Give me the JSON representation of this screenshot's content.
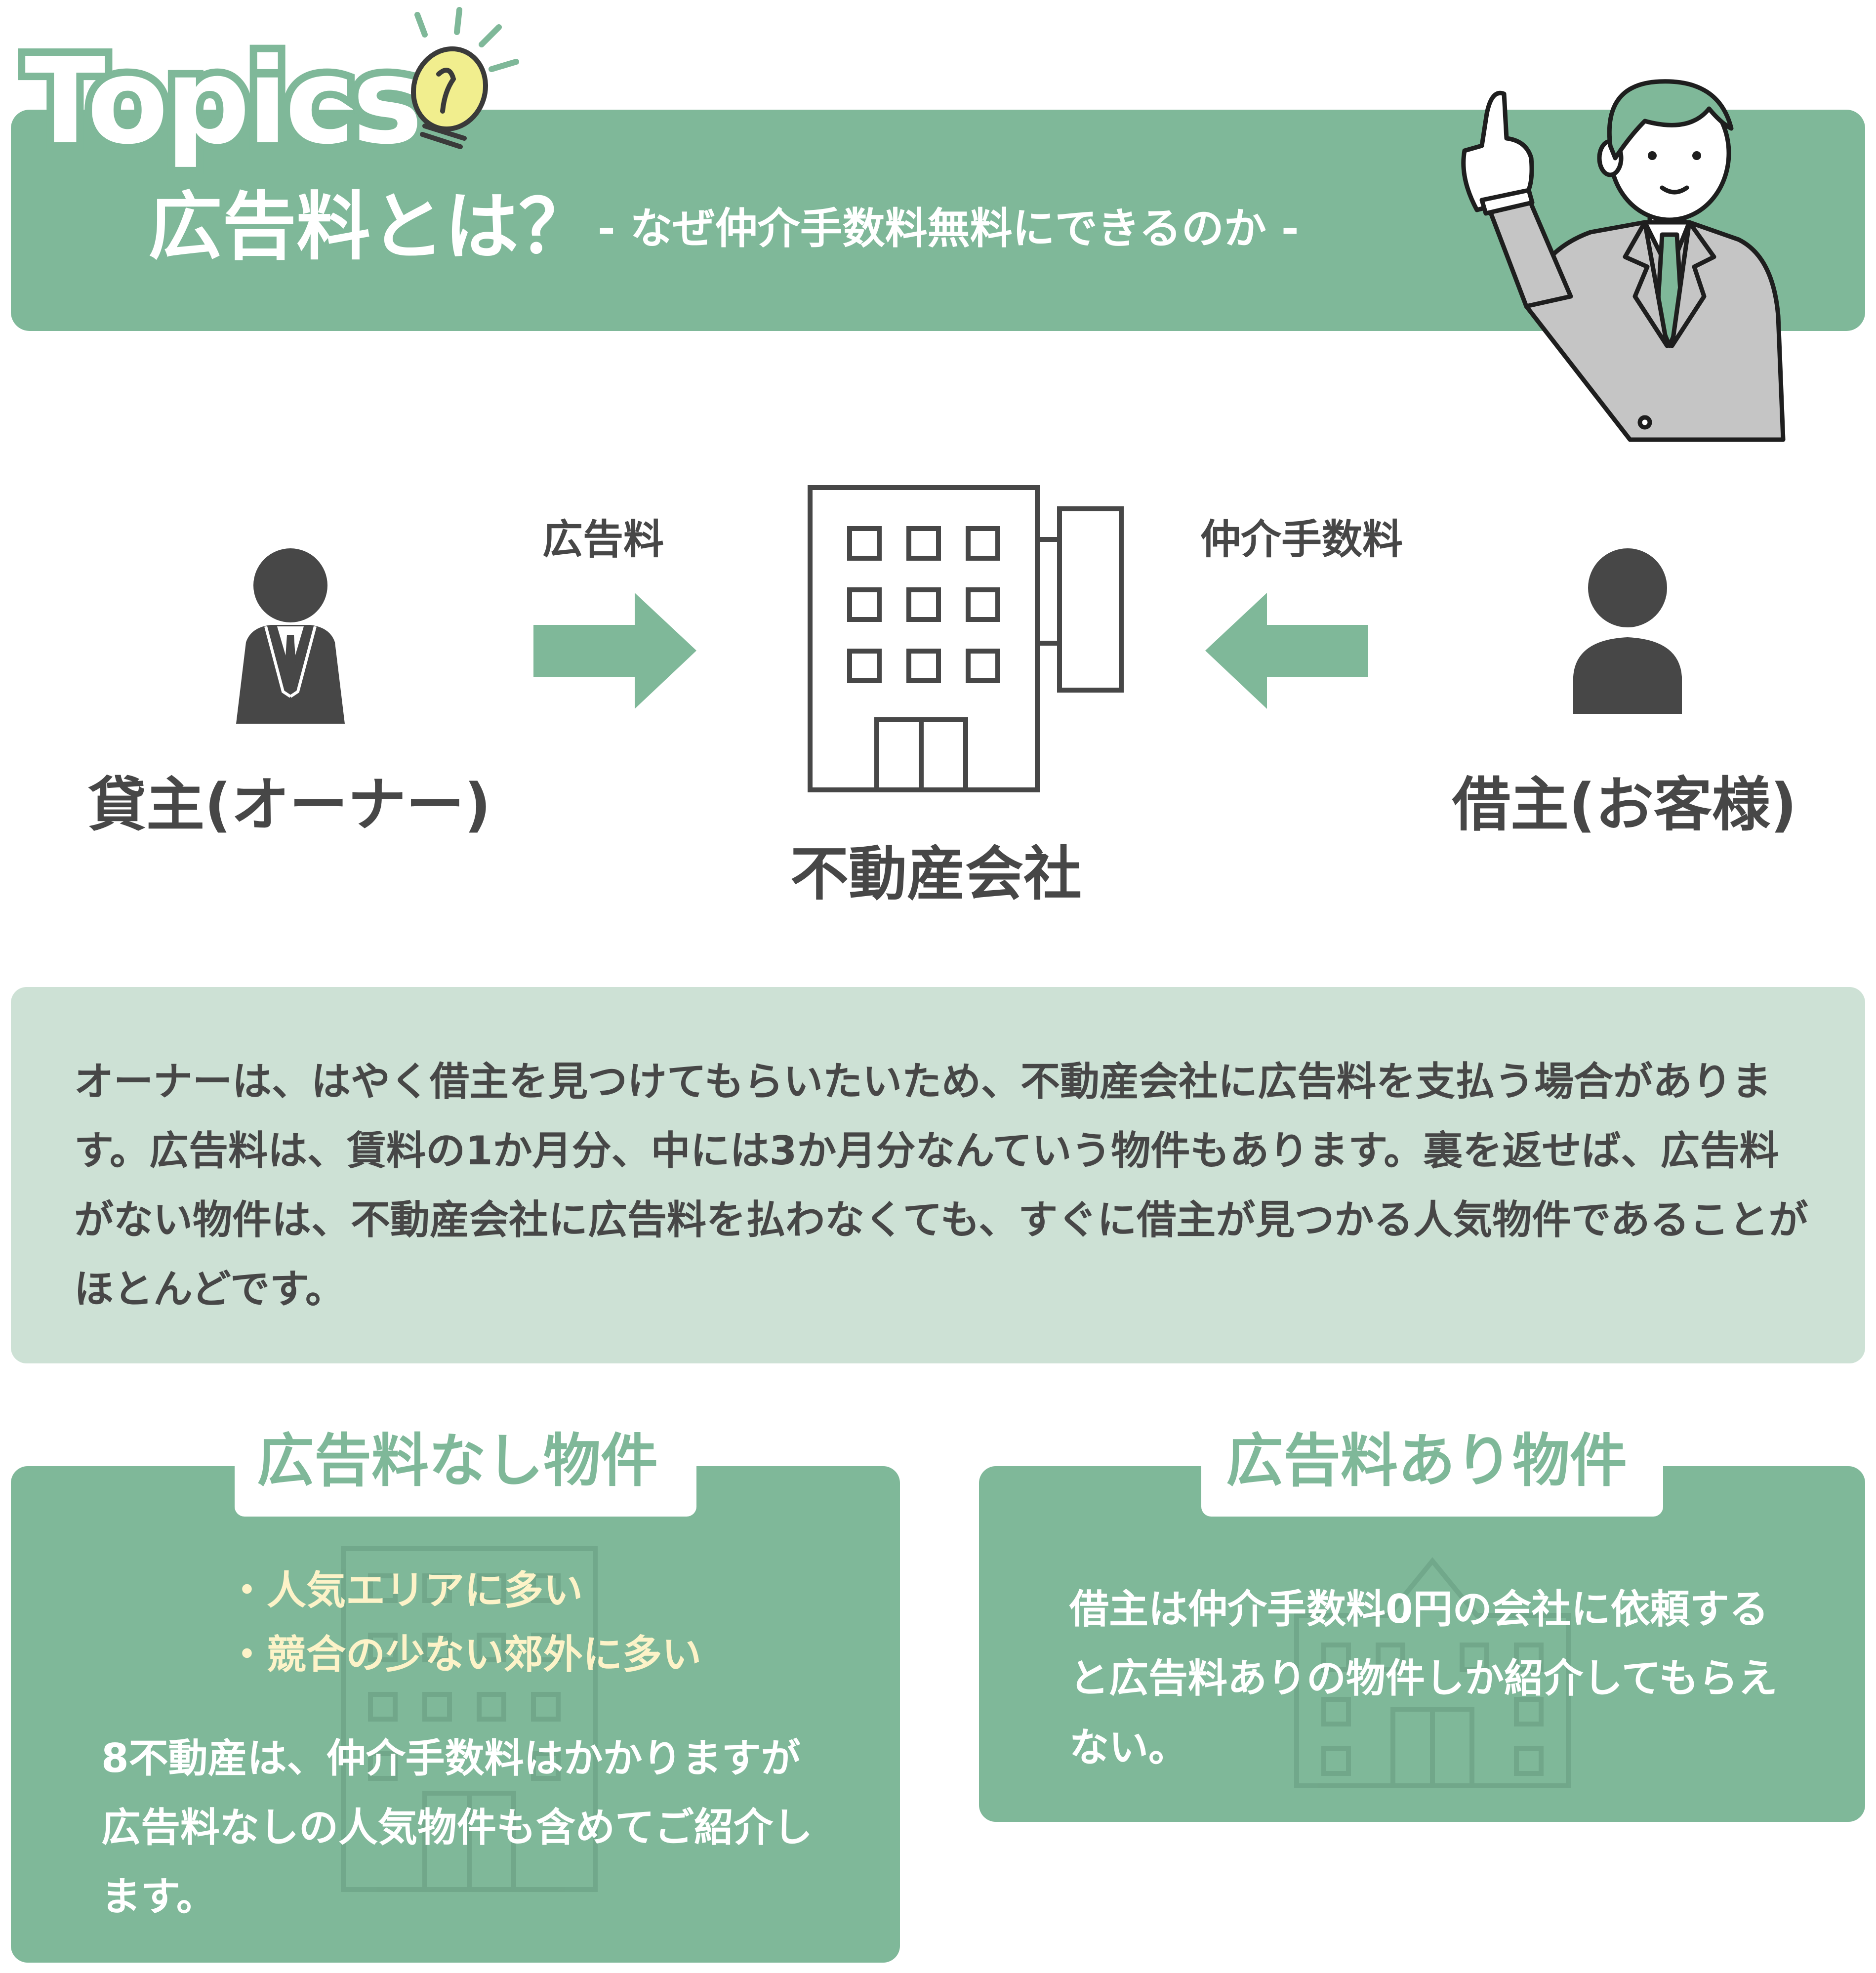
{
  "header": {
    "logo_text": "Topics",
    "title": "広告料とは？",
    "subtitle": "- なぜ仲介手数料無料にできるのか -"
  },
  "diagram": {
    "owner_label": "貸主(オーナー)",
    "company_label": "不動産会社",
    "tenant_label": "借主(お客様)",
    "arrow_left_label": "広告料",
    "arrow_right_label": "仲介手数料"
  },
  "explanation": {
    "text": "オーナーは、はやく借主を見つけてもらいたいため、不動産会社に広告料を支払う場合があります。広告料は、賃料の1か月分、中には3か月分なんていう物件もあります。裏を返せば、広告料がない物件は、不動産会社に広告料を払わなくても、すぐに借主が見つかる人気物件であることがほとんどです。"
  },
  "cards": {
    "no_fee": {
      "title": "広告料なし物件",
      "bullets": [
        "・人気エリアに多い",
        "・競合の少ない郊外に多い"
      ],
      "body": "8不動産は、仲介手数料はかかりますが広告料なしの人気物件も含めてご紹介します。"
    },
    "with_fee": {
      "title": "広告料あり物件",
      "body": "借主は仲介手数料0円の会社に依頼すると広告料ありの物件しか紹介してもらえない。"
    }
  },
  "colors": {
    "primary_green": "#7fb899",
    "light_green": "#cde1d5",
    "text_dark": "#474747",
    "bullet_cream": "#fdf3c8",
    "bulb_yellow": "#f1ee8e"
  }
}
